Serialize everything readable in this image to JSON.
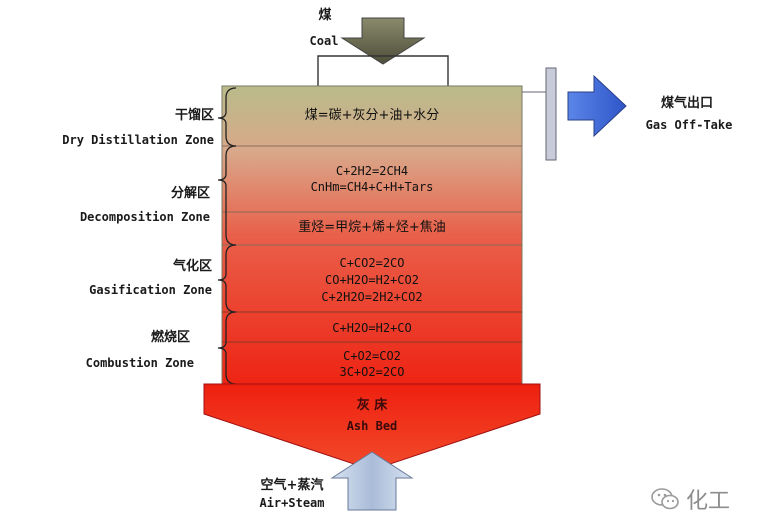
{
  "inputs": {
    "coal": {
      "zh": "煤",
      "en": "Coal"
    },
    "air_steam": {
      "zh": "空气+蒸汽",
      "en": "Air+Steam"
    }
  },
  "outputs": {
    "gas_offtake": {
      "zh": "煤气出口",
      "en": "Gas Off-Take"
    }
  },
  "zones": [
    {
      "zh": "干馏区",
      "en": "Dry Distillation Zone"
    },
    {
      "zh": "分解区",
      "en": "Decomposition Zone"
    },
    {
      "zh": "气化区",
      "en": "Gasification Zone"
    },
    {
      "zh": "燃烧区",
      "en": "Combustion Zone"
    }
  ],
  "reactions": {
    "dry": "煤=碳+灰分+油+水分",
    "decomp_1": "C+2H2=2CH4",
    "decomp_2": "CnHm=CH4+C+H+Tars",
    "heavy": "重烃=甲烷+烯+烃+焦油",
    "gas_1": "C+CO2=2CO",
    "gas_2": "CO+H2O=H2+CO2",
    "gas_3": "C+2H2O=2H2+CO2",
    "comb_1": "C+H2O=H2+CO",
    "comb_2": "C+O2=CO2",
    "comb_3": "3C+O2=2CO"
  },
  "ash_bed": {
    "zh": "灰 床",
    "en": "Ash Bed"
  },
  "watermark": {
    "text": "化工"
  },
  "colors": {
    "top": "#b8b888",
    "mid": "#e0604a",
    "bottom": "#ee1c10",
    "arrow_blue": "#3a66d8",
    "arrow_gray": "#6a6a52"
  }
}
